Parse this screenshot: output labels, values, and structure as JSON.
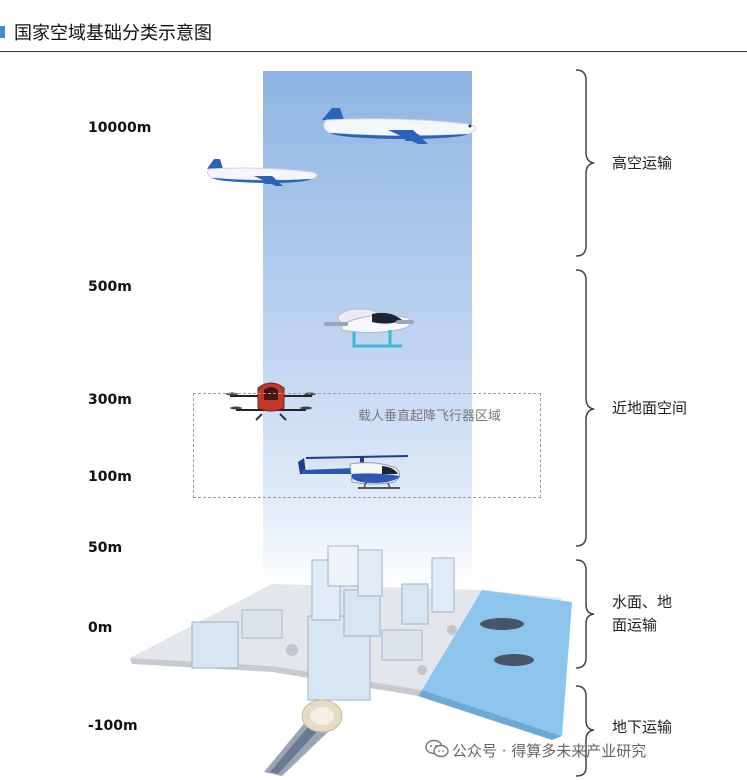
{
  "header": {
    "title": "国家空域基础分类示意图"
  },
  "altitudes": {
    "a10000": "10000m",
    "a500": "500m",
    "a300": "300m",
    "a100": "100m",
    "a50": "50m",
    "a0": "0m",
    "am100": "-100m"
  },
  "evtol_region_label": "载人垂直起降飞行器区域",
  "zones": {
    "high": "高空运输",
    "near_line1": "近地面空间",
    "surface_line1": "水面、地",
    "surface_line2": "面运输",
    "underground": "地下运输"
  },
  "watermark": "公众号 · 得算多未来产业研究",
  "colors": {
    "accent": "#4a86c8",
    "sky": "#9fc0e8",
    "water": "#8dc4ec"
  },
  "icons": [
    "airliner-icon",
    "evtol-aircraft-icon",
    "multirotor-drone-icon",
    "helicopter-icon",
    "city-icon",
    "tunnel-pipe-icon",
    "wechat-icon"
  ]
}
